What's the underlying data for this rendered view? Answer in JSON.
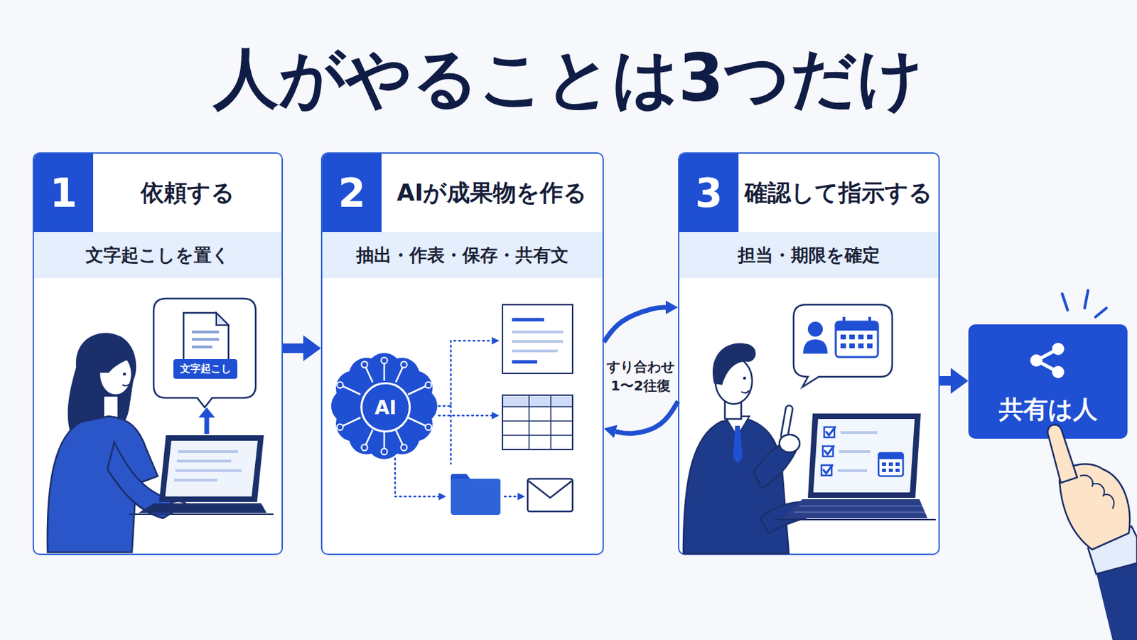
{
  "diagram": {
    "title": "人がやることは3つだけ",
    "nodes": [
      {
        "text": [
          "1",
          "依頼する",
          "文字起こしを置く"
        ]
      },
      {
        "text": [
          "文字起こし"
        ],
        "in": 0
      },
      {
        "text": [
          "2",
          "AIが成果物を作る",
          "抽出・作表・保存・共有文"
        ]
      },
      {
        "text": [
          "AI"
        ],
        "in": 2
      },
      {
        "text": [
          "3",
          "確認して指示する",
          "担当・期限を確定"
        ]
      },
      {
        "text": [
          "共有は人"
        ]
      }
    ],
    "edges": [
      {
        "from": 0,
        "to": 2,
        "arrow": "to"
      },
      {
        "from": 2,
        "to": 4,
        "arrow": "to"
      },
      {
        "from": 4,
        "to": 2,
        "arrow": "to"
      },
      {
        "from": 4,
        "to": 5,
        "arrow": "to"
      }
    ],
    "labels": [
      "すり合わせ 1〜2往復"
    ]
  }
}
